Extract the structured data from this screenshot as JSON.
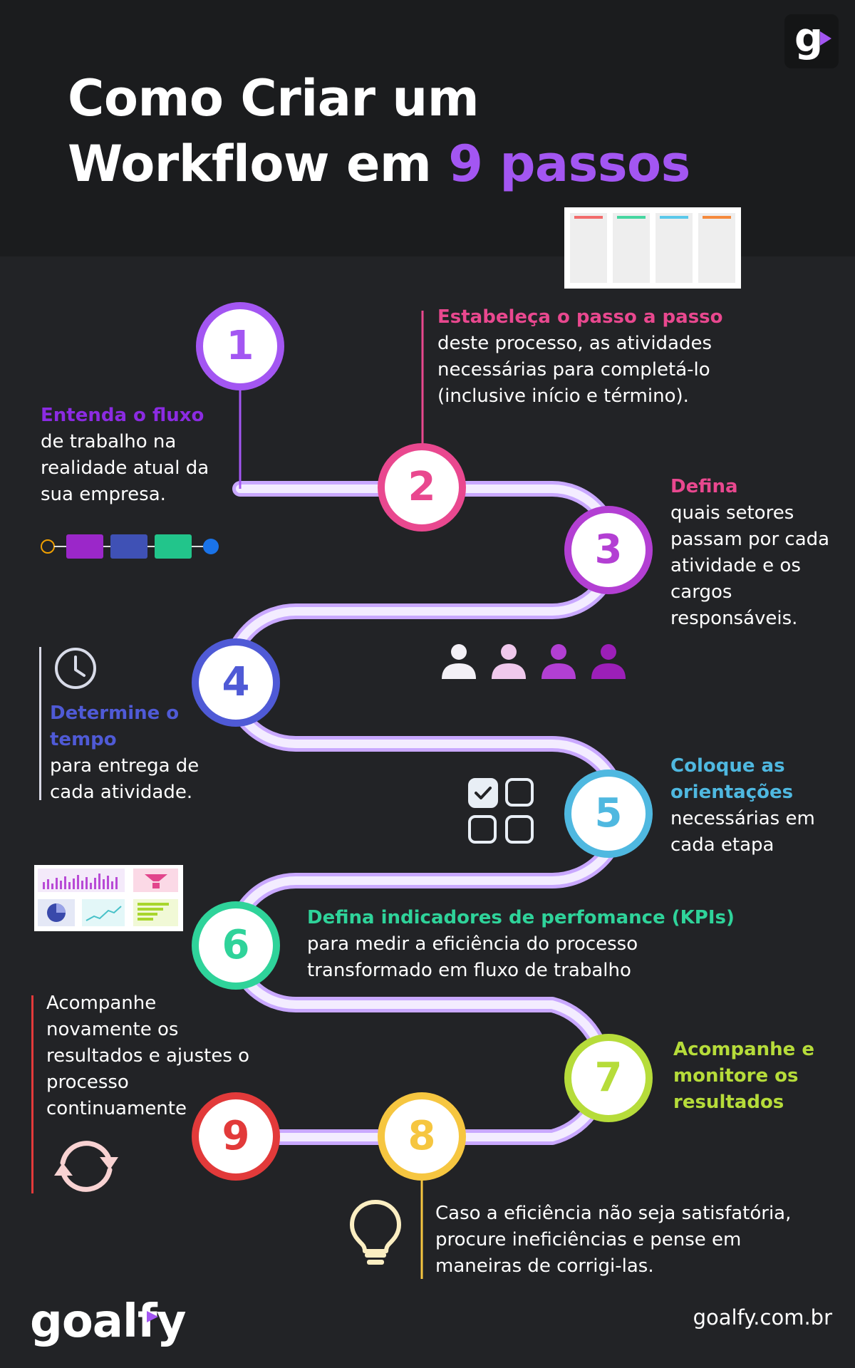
{
  "header": {
    "title_line1": "Como Criar um",
    "title_line2_prefix": "Workflow em ",
    "title_line2_accent": "9 passos",
    "badge_logo_letter": "g"
  },
  "colors": {
    "purple": "#a356f2",
    "violet": "#8b2be2",
    "pink": "#e9488f",
    "magenta": "#b33fd3",
    "blue": "#4f5ad6",
    "cyan": "#4fb8e0",
    "green": "#2fd39a",
    "lime": "#b6dc3a",
    "yellow": "#f6c640",
    "red": "#e23a3a",
    "path": "#e9dcff"
  },
  "steps": [
    {
      "number": "1",
      "heading": "Entenda o fluxo",
      "body": [
        "de trabalho na",
        "realidade atual da",
        "sua empresa."
      ]
    },
    {
      "number": "2",
      "heading": "Estabeleça o passo a passo",
      "body": [
        "deste processo, as atividades",
        "necessárias para completá-lo",
        "(inclusive início e término)."
      ]
    },
    {
      "number": "3",
      "heading": "Defina",
      "body": [
        "quais setores",
        "passam por cada",
        "atividade e os",
        "cargos",
        "responsáveis."
      ]
    },
    {
      "number": "4",
      "heading": [
        "Determine o",
        "tempo"
      ],
      "body": [
        "para entrega de",
        "cada atividade."
      ]
    },
    {
      "number": "5",
      "heading": [
        "Coloque as",
        "orientações"
      ],
      "body": [
        "necessárias em",
        "cada etapa"
      ]
    },
    {
      "number": "6",
      "heading": "Defina indicadores de perfomance (KPIs)",
      "body": [
        "para medir a eficiência do processo",
        "transformado em fluxo de trabalho"
      ]
    },
    {
      "number": "7",
      "heading": [
        "Acompanhe e",
        "monitore os",
        "resultados"
      ],
      "body": []
    },
    {
      "number": "8",
      "heading": "",
      "body": [
        "Caso a eficiência não seja satisfatória,",
        "procure ineficiências e pense em",
        "maneiras de corrigi-las."
      ]
    },
    {
      "number": "9",
      "heading": "",
      "body": [
        "Acompanhe",
        "novamente os",
        "resultados e ajustes o",
        "processo",
        "continuamente"
      ]
    }
  ],
  "icons": {
    "kanban": "kanban-board-icon",
    "flow": "flow-diagram-icon",
    "people": "people-icon",
    "clock": "clock-icon",
    "checklist": "checklist-grid-icon",
    "dashboard": "dashboard-icon",
    "refresh": "refresh-cycle-icon",
    "lightbulb": "lightbulb-icon"
  },
  "footer": {
    "logo_text": "goalfy",
    "url": "goalfy.com.br"
  }
}
